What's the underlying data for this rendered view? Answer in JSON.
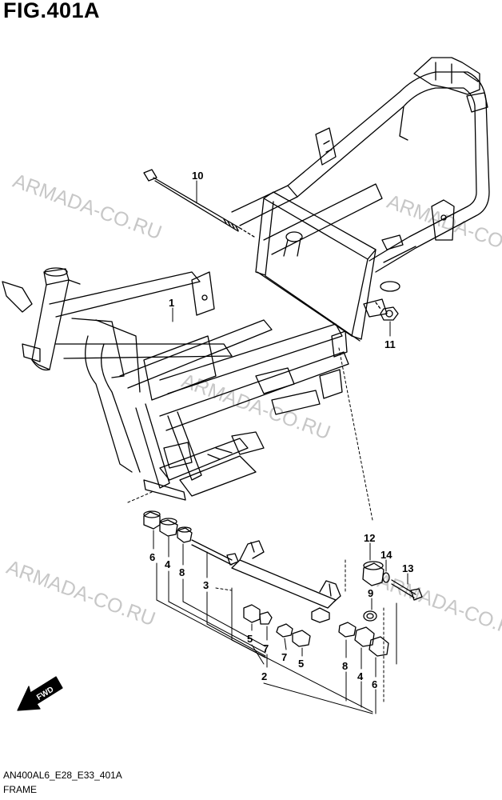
{
  "figure": {
    "title": "FIG.401A",
    "code": "AN400AL6_E28_E33_401A",
    "name": "FRAME"
  },
  "watermark": "ARMADA-CO.RU",
  "direction_badge": "FWD",
  "part_labels": {
    "frame": "1",
    "mount_assembly": "2",
    "bolt_lower": "3",
    "bush_4_left": "4",
    "bush_4_right": "4",
    "bush_5_left": "5",
    "bush_5_right": "5",
    "bush_6_left": "6",
    "bush_6_right": "6",
    "bush_7_left": "7",
    "bush_7_right": "7",
    "bush_8_left": "8",
    "bush_8_right": "8",
    "washer": "9",
    "bolt_long": "10",
    "nut": "11",
    "bush_12": "12",
    "bolt_short": "13",
    "spacer": "14"
  }
}
